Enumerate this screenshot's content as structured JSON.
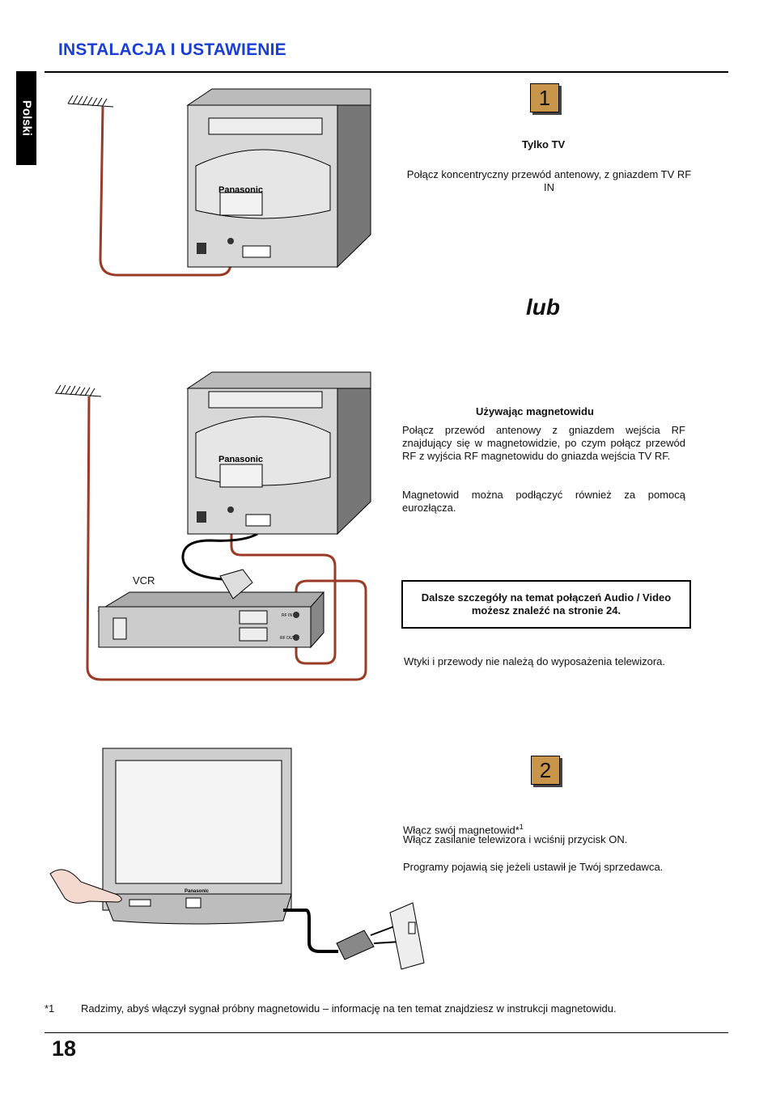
{
  "header": {
    "title": "INSTALACJA I USTAWIENIE",
    "language_tab": "Polski"
  },
  "step1": {
    "badge": "1",
    "heading": "Tylko TV",
    "text": "Połącz koncentryczny przewód antenowy,  z gniazdem TV RF IN"
  },
  "or_label": "lub",
  "vcr_section": {
    "heading": "Używając magnetowidu",
    "para1": "Połącz przewód antenowy z gniazdem wejścia RF znajdujący się w magnetowidzie, po czym połącz przewód RF z wyjścia RF magnetowidu do gniazda wejścia TV RF.",
    "para2": "Magnetowid można podłączyć również za pomocą eurozłącza.",
    "vcr_label": "VCR",
    "note_box": "Dalsze szczegóły na temat połączeń Audio / Video możesz znaleźć na stronie 24.",
    "plugs_note": "Wtyki i przewody nie należą do wyposażenia telewizora."
  },
  "step2": {
    "badge": "2",
    "line1": "Włącz swój magnetowid*",
    "line1_sup": "1",
    "line2": "Włącz zasilanie telewizora i wciśnij przycisk ON.",
    "line3": "Programy pojawią się jeżeli ustawił je Twój sprzedawca."
  },
  "illustration_labels": {
    "brand": "Panasonic",
    "rf_in": "RF IN",
    "rf_out": "RF OUT"
  },
  "footnote": {
    "marker": "*1",
    "text": "Radzimy, abyś włączył sygnał próbny magnetowidu –  informację na ten temat znajdziesz w instrukcji magnetowidu."
  },
  "page_number": "18"
}
